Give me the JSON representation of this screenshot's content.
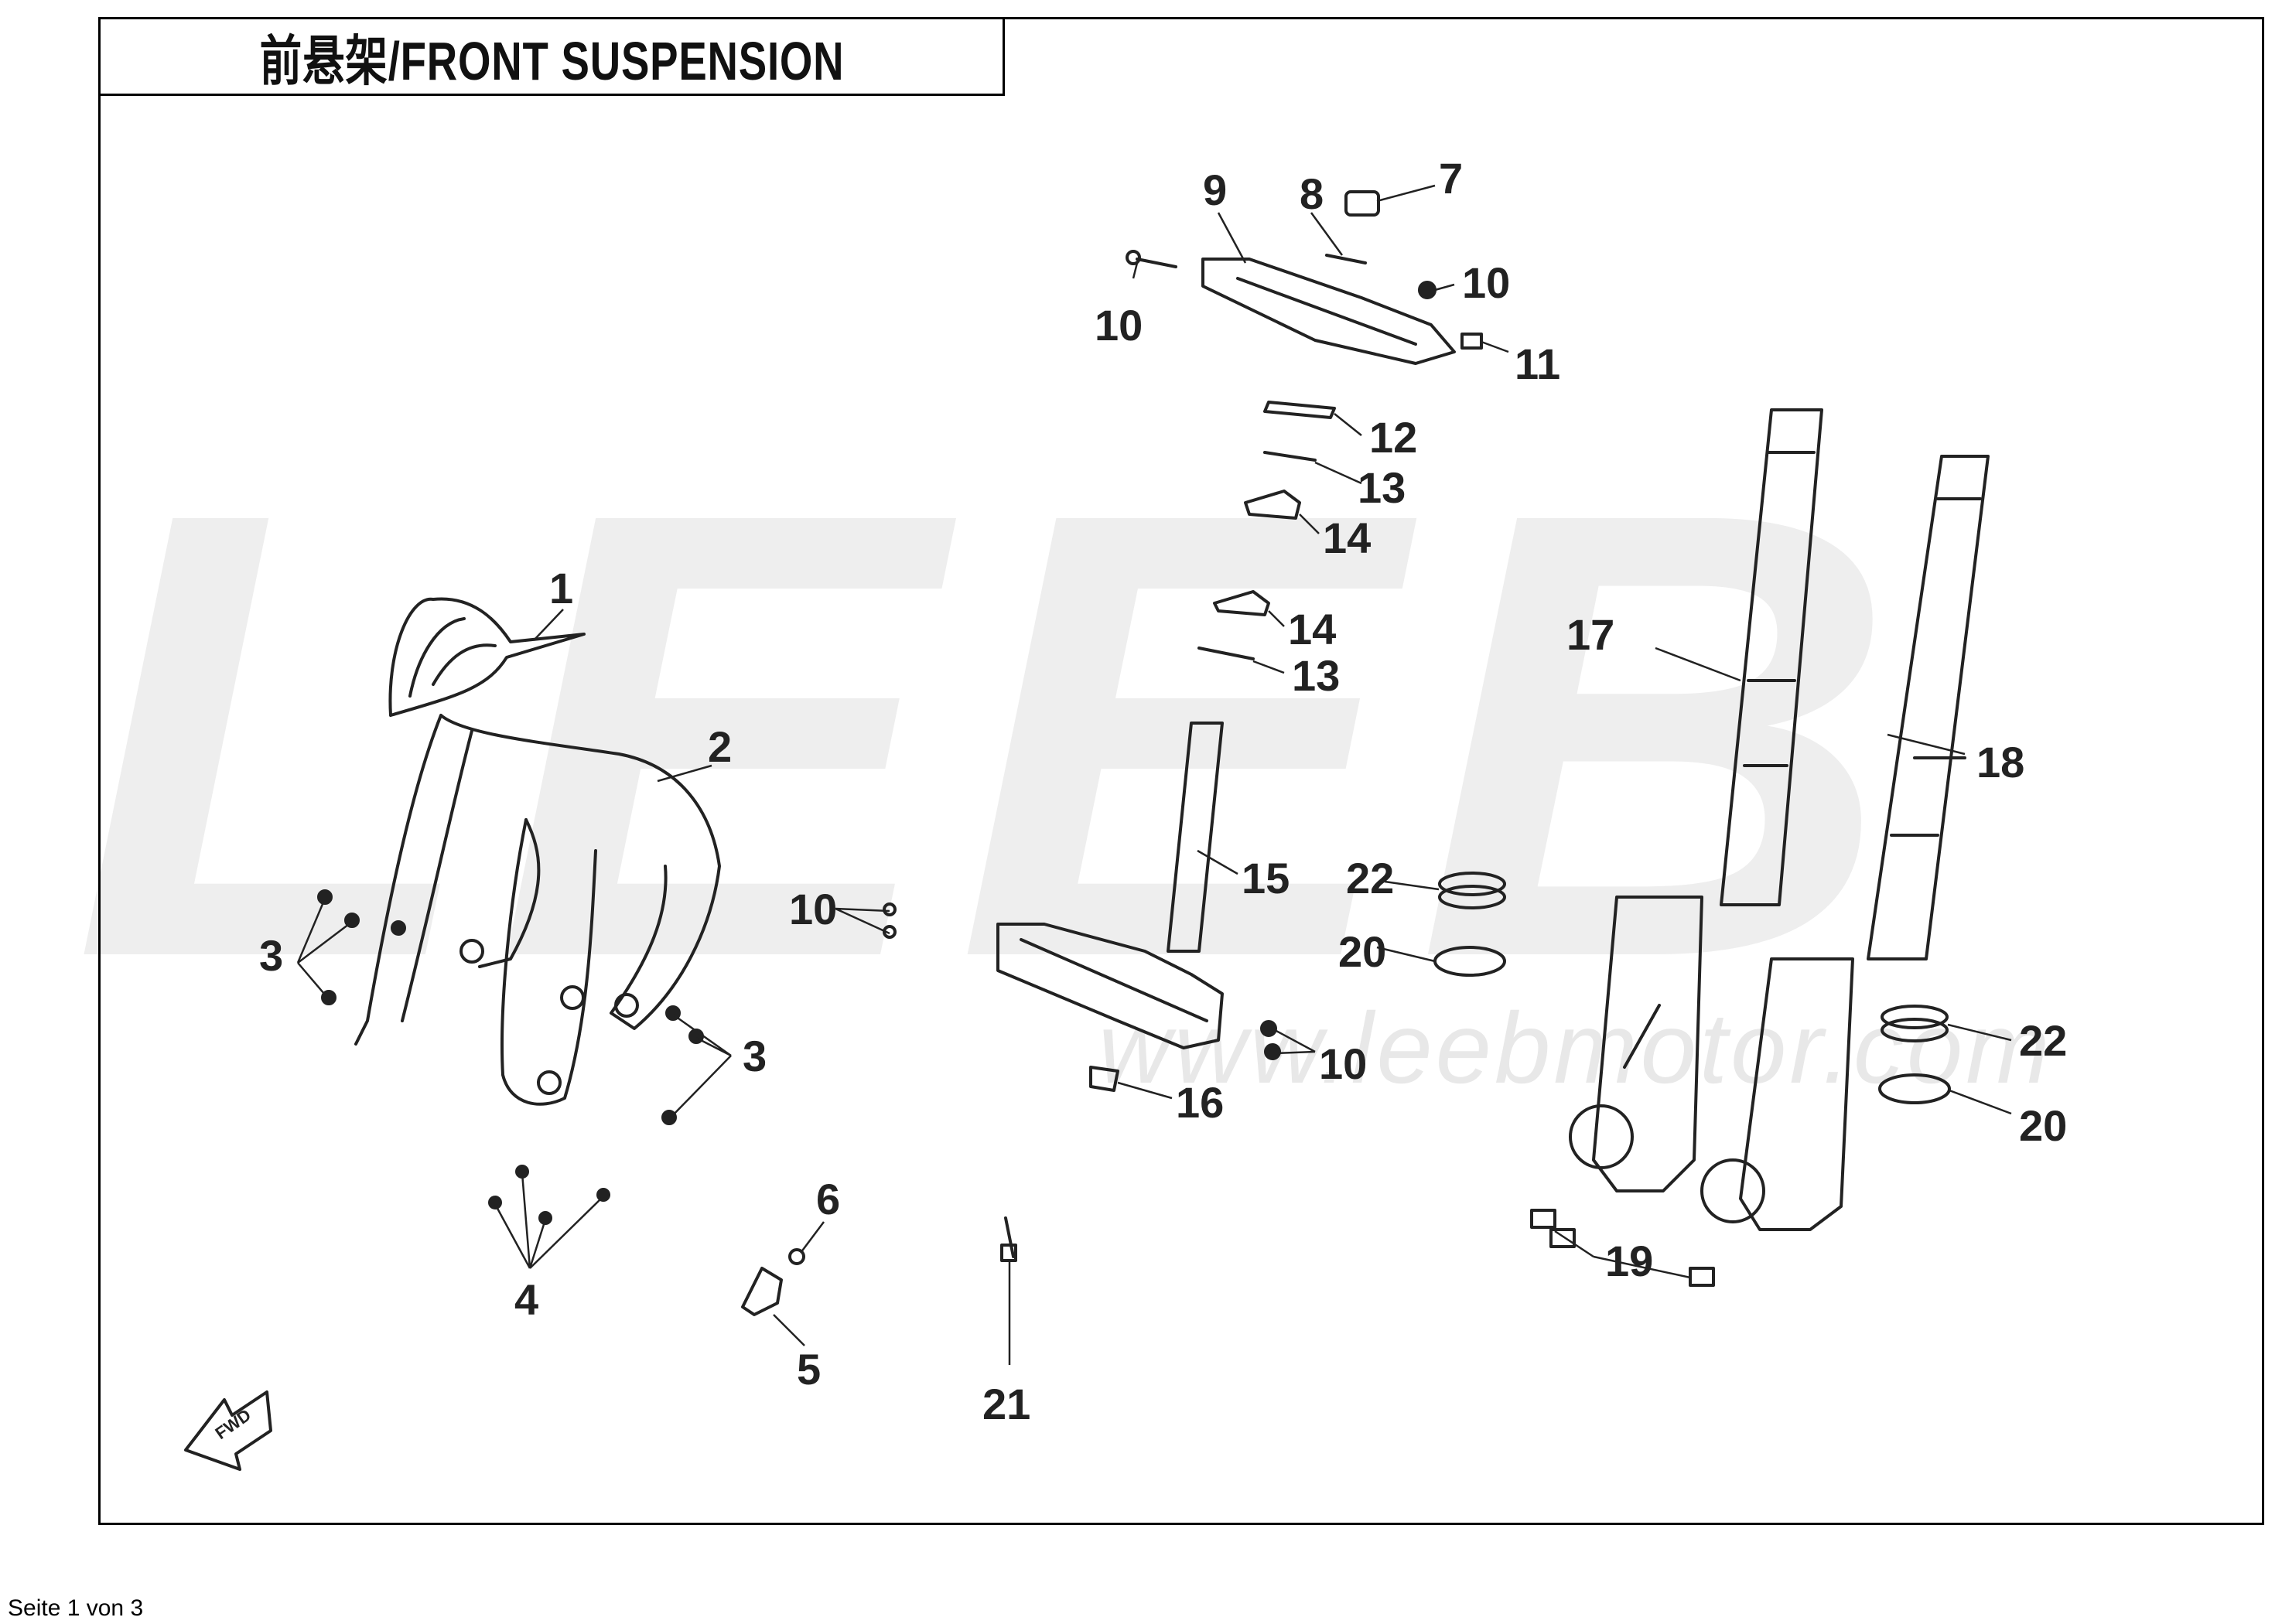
{
  "header": {
    "title": "前悬架/FRONT SUSPENSION"
  },
  "watermark": {
    "brand": "LEEB",
    "url": "www.leebmotor.com"
  },
  "footer": {
    "page": "Seite 1 von 3"
  },
  "fwd_marker": "FWD",
  "callouts": [
    "1",
    "2",
    "3",
    "3",
    "4",
    "5",
    "6",
    "7",
    "8",
    "9",
    "10",
    "10",
    "10",
    "10",
    "11",
    "12",
    "13",
    "13",
    "14",
    "14",
    "15",
    "16",
    "17",
    "18",
    "19",
    "20",
    "20",
    "21",
    "22",
    "22"
  ],
  "colors": {
    "line": "#222222",
    "watermark": "#eeeeee",
    "background": "#ffffff"
  }
}
